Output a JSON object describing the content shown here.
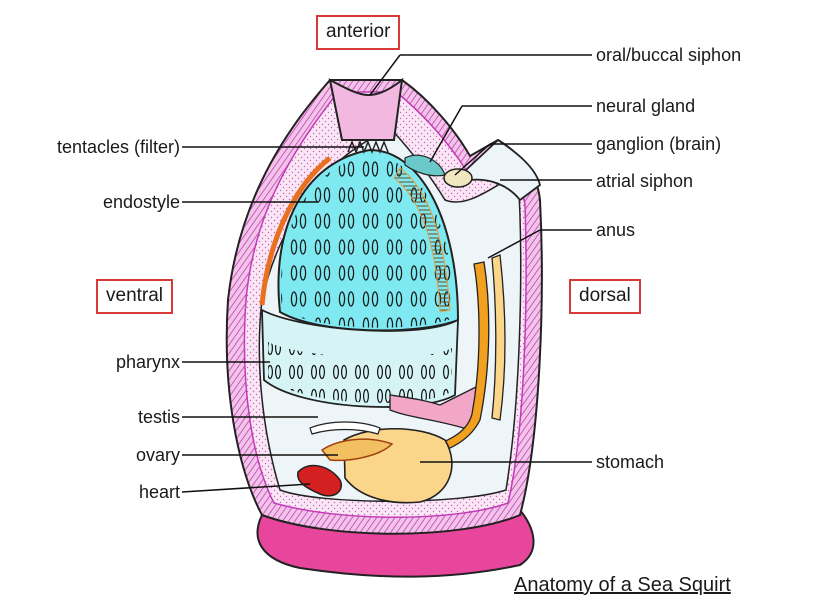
{
  "title": "Anatomy of a Sea Squirt",
  "orientation": {
    "anterior": "anterior",
    "ventral": "ventral",
    "dorsal": "dorsal"
  },
  "labels": {
    "oral_siphon": "oral/buccal siphon",
    "neural_gland": "neural gland",
    "ganglion": "ganglion (brain)",
    "atrial_siphon": "atrial siphon",
    "anus": "anus",
    "stomach": "stomach",
    "tentacles": "tentacles (filter)",
    "endostyle": "endostyle",
    "pharynx": "pharynx",
    "testis": "testis",
    "ovary": "ovary",
    "heart": "heart"
  },
  "colors": {
    "tunic_outline": "#c23ab8",
    "tunic_fill": "#f7d6f1",
    "base_pink": "#e8469c",
    "muscle_pink": "#f2a6c8",
    "pharynx_cyan": "#7fe9f2",
    "pharynx_light": "#d6f4f6",
    "atrium": "#eef5f8",
    "endostyle_orange": "#e87020",
    "gut_orange": "#f2a020",
    "stomach_yellow": "#fbd58a",
    "heart_red": "#d42020",
    "ganglion_tan": "#f0e6c0",
    "neural_gland_teal": "#6cc9c9",
    "box_border": "#d83a3a",
    "leader_line": "#111111"
  }
}
